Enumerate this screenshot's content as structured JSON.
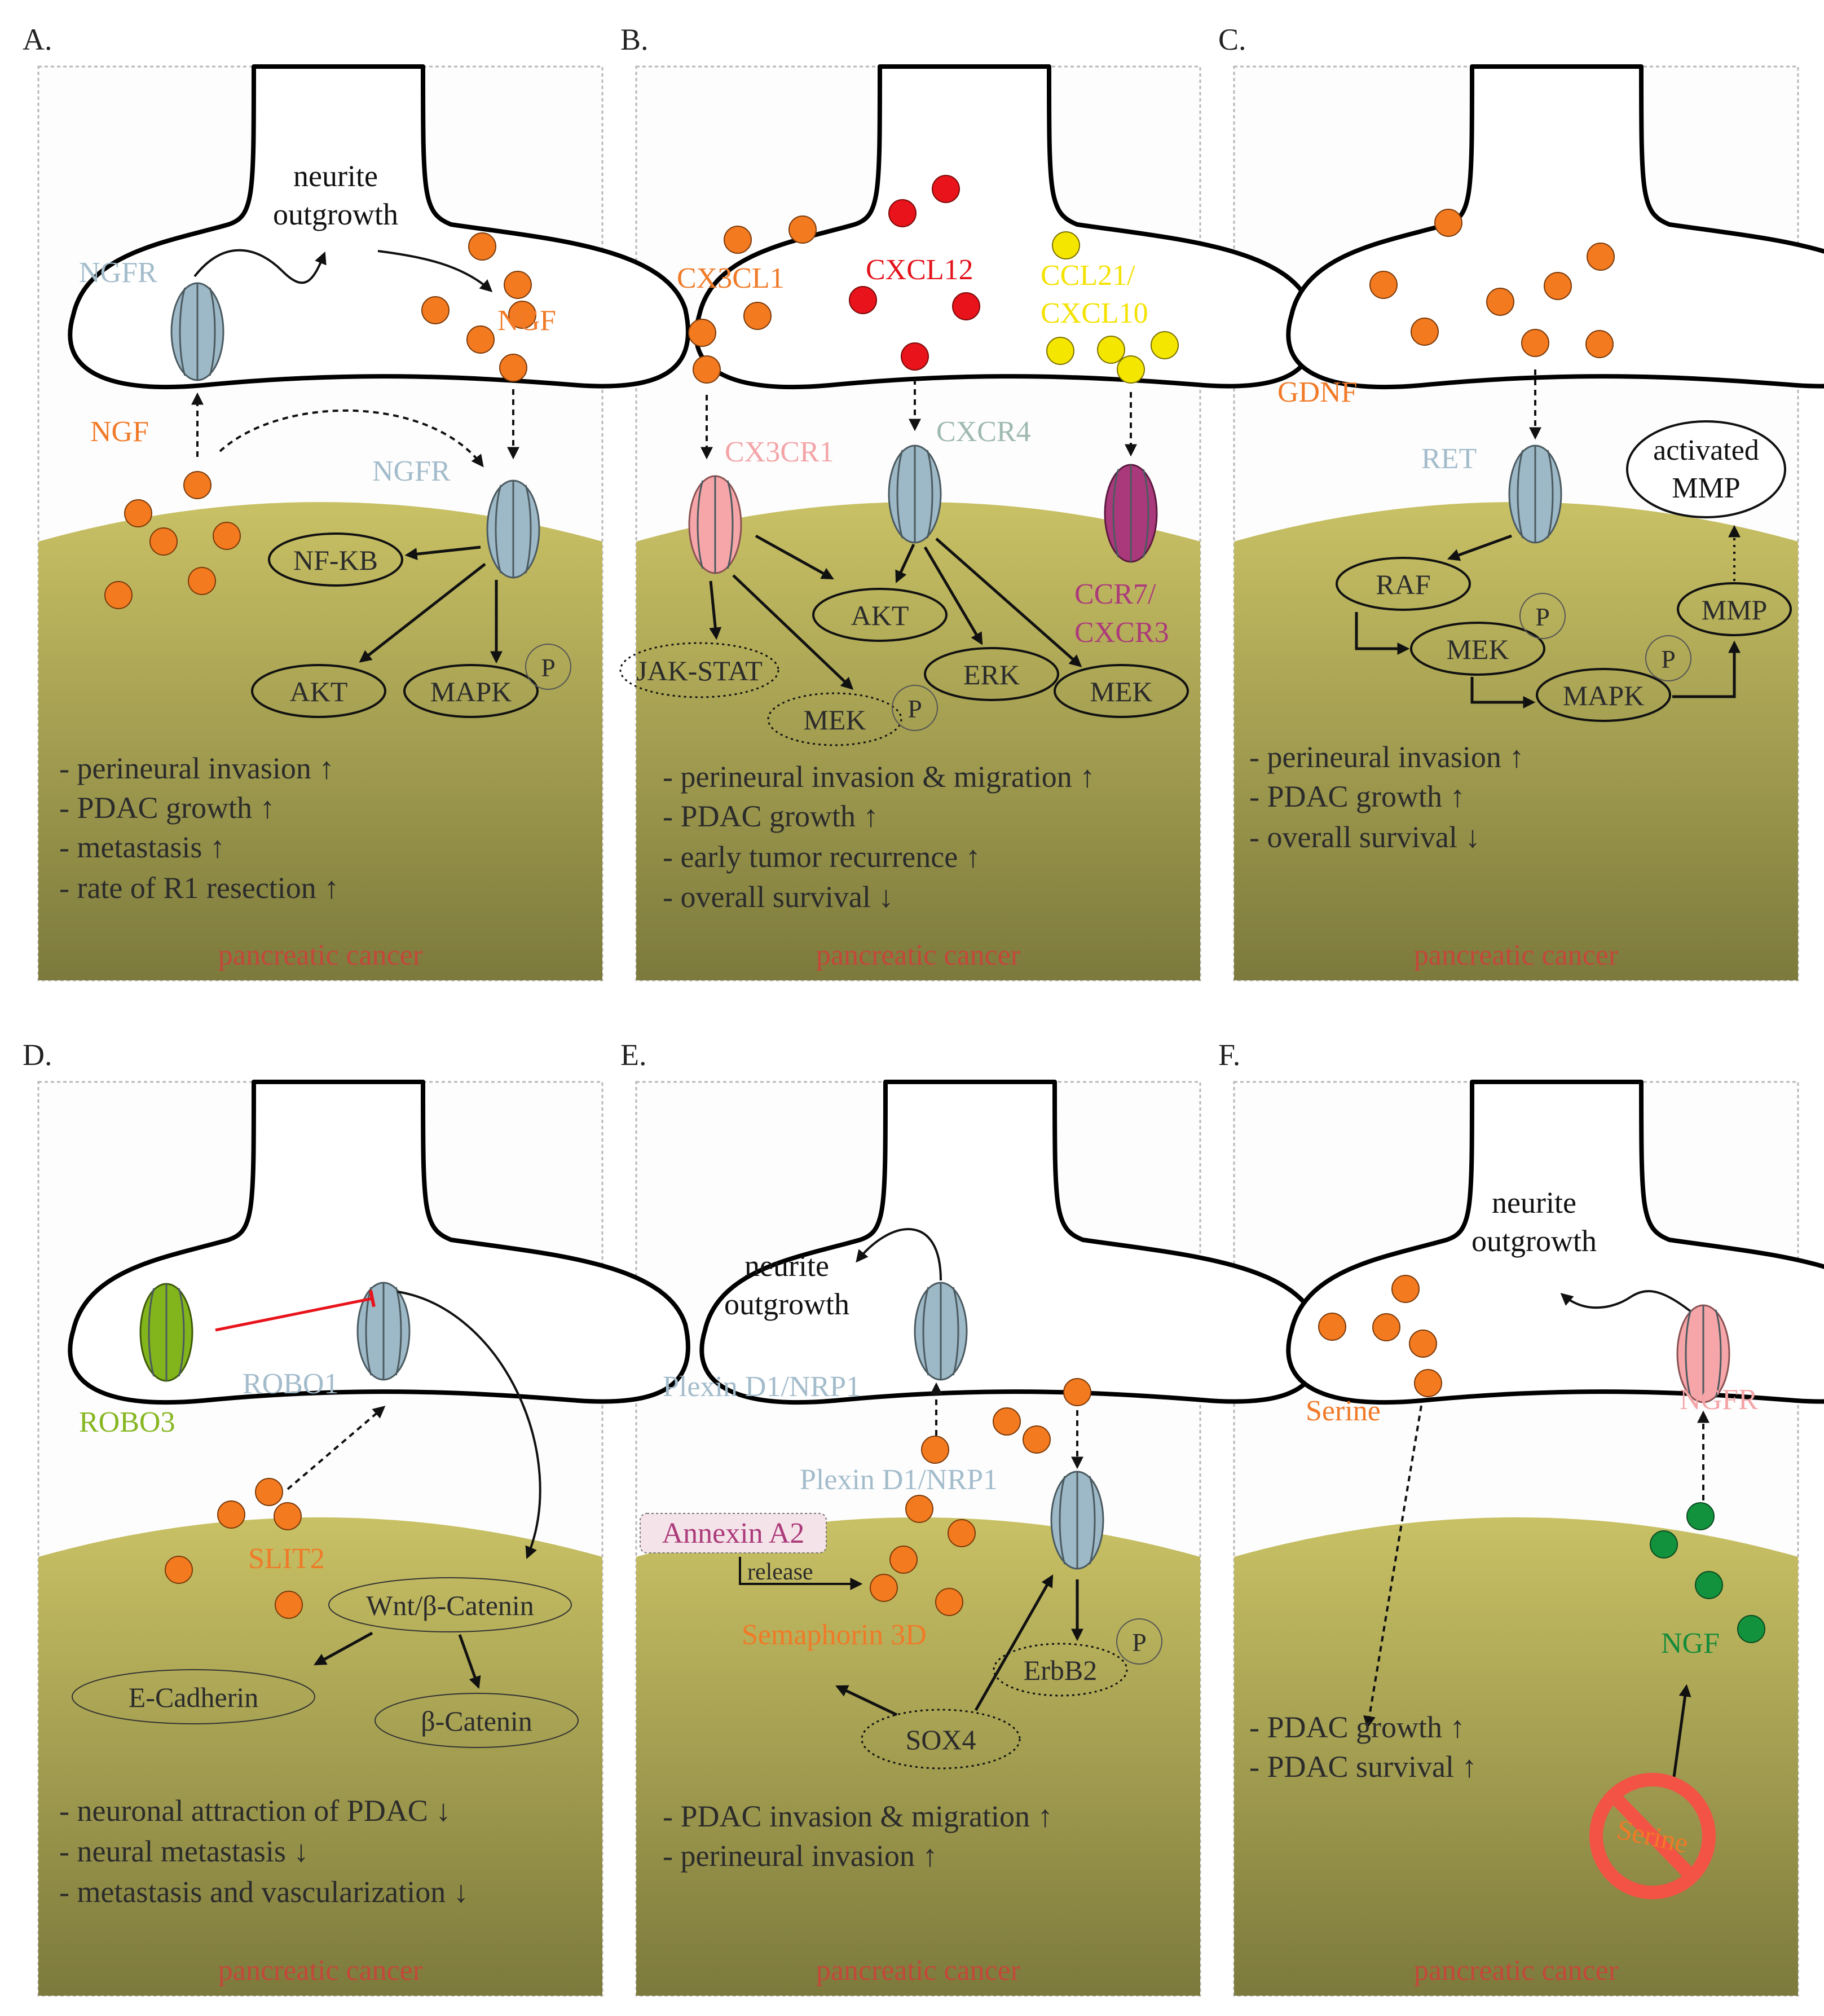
{
  "colors": {
    "cancer_top": "#c9c165",
    "cancer_bottom": "#7c7a3c",
    "orange": "#f47a20",
    "red": "#e8131b",
    "yellow": "#f5e600",
    "green": "#13923e",
    "blue_receptor": "#9db8c6",
    "pink_receptor": "#f6a6a8",
    "magenta_receptor": "#a9397a",
    "lime_receptor": "#82b41c",
    "text_dark": "#2b2b2b",
    "label_blue": "#a3bccb",
    "label_orange": "#f07a27",
    "label_red": "#e3141b",
    "label_yellow": "#f4e200",
    "label_pink": "#f4a4a7",
    "label_magenta": "#ac3b7a",
    "label_lime": "#86b620",
    "label_green": "#168c3a",
    "label_grayblue": "#9eb9b1",
    "cancer_label": "#c4473a"
  },
  "panels": {
    "A": {
      "letter": "A.",
      "neurite_outgrowth": [
        "neurite",
        "outgrowth"
      ],
      "ngfr_nerve": "NGFR",
      "ngf_nerve": "NGF",
      "ngf_left": "NGF",
      "ngfr_cell": "NGFR",
      "nfkb": "NF-KB",
      "akt": "AKT",
      "mapk": "MAPK",
      "p": "P",
      "effects": [
        "- perineural invasion ↑",
        "- PDAC growth ↑",
        "- metastasis ↑",
        "- rate of R1 resection ↑"
      ],
      "cancer": "pancreatic cancer"
    },
    "B": {
      "letter": "B.",
      "cx3cl1": "CX3CL1",
      "cxcl12": "CXCL12",
      "ccl21": [
        "CCL21/",
        "CXCL10"
      ],
      "cx3cr1": "CX3CR1",
      "cxcr4": "CXCR4",
      "ccr7": [
        "CCR7/",
        "CXCR3"
      ],
      "akt": "AKT",
      "jakstat": "JAK-STAT",
      "erk": "ERK",
      "mek1": "MEK",
      "mek2": "MEK",
      "p": "P",
      "effects": [
        "- perineural invasion & migration ↑",
        "- PDAC growth ↑",
        "- early tumor recurrence ↑",
        "- overall survival ↓"
      ],
      "cancer": "pancreatic cancer"
    },
    "C": {
      "letter": "C.",
      "gdnf": "GDNF",
      "ret": "RET",
      "activated_mmp": [
        "activated",
        "MMP"
      ],
      "raf": "RAF",
      "mek": "MEK",
      "mapk": "MAPK",
      "mmp": "MMP",
      "p": "P",
      "effects": [
        "- perineural invasion ↑",
        "- PDAC growth ↑",
        "- overall survival ↓"
      ],
      "cancer": "pancreatic cancer"
    },
    "D": {
      "letter": "D.",
      "robo3": "ROBO3",
      "robo1": "ROBO1",
      "slit2": "SLIT2",
      "wnt": "Wnt/β-Catenin",
      "ecad": "E-Cadherin",
      "bcat": "β-Catenin",
      "effects": [
        "- neuronal attraction of PDAC ↓",
        "- neural metastasis ↓",
        "- metastasis and vascularization ↓"
      ],
      "cancer": "pancreatic cancer"
    },
    "E": {
      "letter": "E.",
      "neurite_outgrowth": [
        "neurite",
        "outgrowth"
      ],
      "plexin_nerve": "Plexin D1/NRP1",
      "plexin_cell": "Plexin D1/NRP1",
      "annexin": "Annexin A2",
      "release": "release",
      "sema": "Semaphorin 3D",
      "erbb2": "ErbB2",
      "sox4": "SOX4",
      "p": "P",
      "effects": [
        "- PDAC invasion & migration ↑",
        "- perineural invasion ↑"
      ],
      "cancer": "pancreatic cancer"
    },
    "F": {
      "letter": "F.",
      "neurite_outgrowth": [
        "neurite",
        "outgrowth"
      ],
      "serine": "Serine",
      "ngfr": "NGFR",
      "ngf": "NGF",
      "serine_no": "Serine",
      "effects": [
        "- PDAC growth ↑",
        "- PDAC survival ↑"
      ],
      "cancer": "pancreatic cancer"
    }
  }
}
